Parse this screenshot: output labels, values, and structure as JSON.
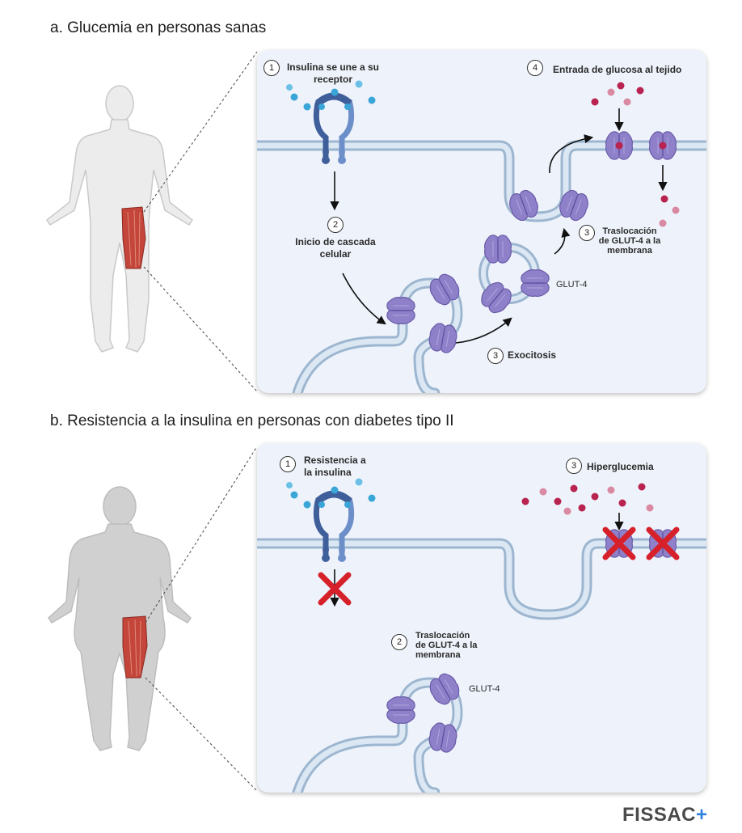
{
  "section_a": {
    "title": "a. Glucemia en personas sanas",
    "steps": [
      {
        "number": "1",
        "label": "Insulina se une a su receptor"
      },
      {
        "number": "2",
        "label": "Inicio de cascada celular"
      },
      {
        "number": "3",
        "label": "Exocitosis"
      },
      {
        "number": "3",
        "label": "Traslocación de GLUT-4 a la membrana"
      },
      {
        "number": "4",
        "label": "Entrada de glucosa al tejido"
      }
    ],
    "glut_label": "GLUT-4"
  },
  "section_b": {
    "title": "b. Resistencia a la insulina en personas con diabetes tipo II",
    "steps": [
      {
        "number": "1",
        "label": "Resistencia a la insulina"
      },
      {
        "number": "2",
        "label": "Traslocación de GLUT-4 a la membrana"
      },
      {
        "number": "3",
        "label": "Hiperglucemia"
      }
    ],
    "glut_label": "GLUT-4"
  },
  "brand": {
    "name": "FISSAC",
    "plus": "+"
  },
  "colors": {
    "membrane": "#b9cee3",
    "cytoplasm": "#eef3fb",
    "receptor": "#3f5f9b",
    "insulin": "#3aa6d8",
    "glut4": "#8e80c9",
    "glucose": "#b8234f",
    "glucose_light": "#d98aa2",
    "block_x": "#d6202a",
    "muscle": "#c4453a",
    "body_healthy": "#ececec",
    "body_obese": "#d0d0d0",
    "brand_plus": "#2f7fe0"
  }
}
